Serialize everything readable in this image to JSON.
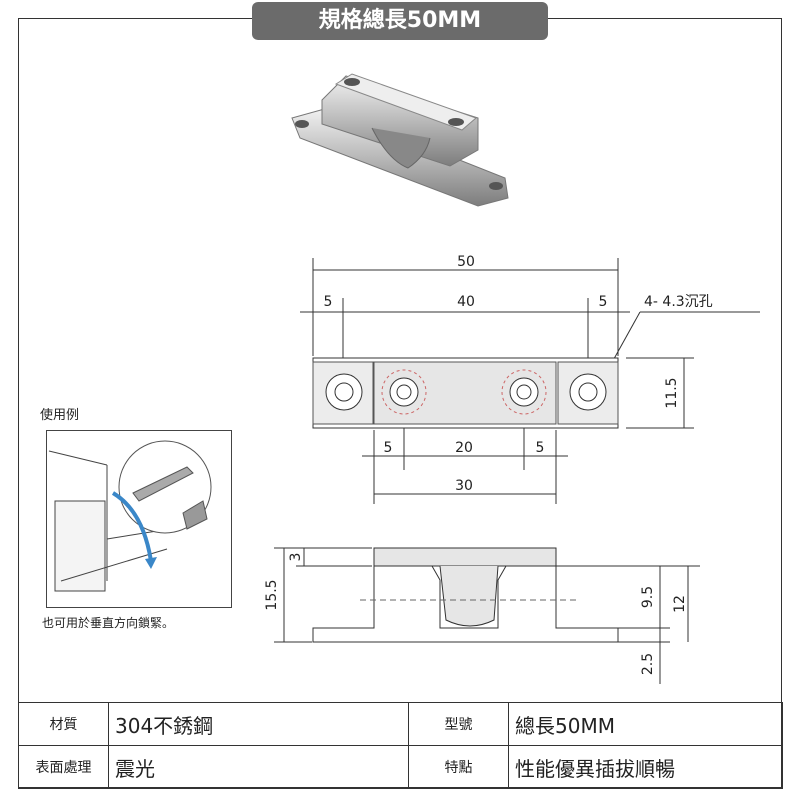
{
  "header": {
    "title": "規格總長50MM"
  },
  "drawing": {
    "dim_total": "50",
    "dim_left_edge": "5",
    "dim_center": "40",
    "dim_right_edge": "5",
    "hole_note": "4- 4.3沉孔",
    "dim_height": "11.5",
    "dim_bottom_left": "5",
    "dim_bottom_center": "20",
    "dim_bottom_right": "5",
    "dim_inner": "30",
    "side_top": "3",
    "side_height": "15.5",
    "side_mid": "9.5",
    "side_right": "12",
    "side_bottom": "2.5"
  },
  "usage": {
    "label": "使用例",
    "note": "也可用於垂直方向鎖緊。"
  },
  "specs": {
    "material_label": "材質",
    "material_value": "304不銹鋼",
    "model_label": "型號",
    "model_value": "總長50MM",
    "surface_label": "表面處理",
    "surface_value": "震光",
    "feature_label": "特點",
    "feature_value": "性能優異插拔順暢"
  },
  "colors": {
    "badge": "#6b6b6b",
    "metal": "#c8c8c8",
    "part_fill": "#e6e6e6"
  }
}
